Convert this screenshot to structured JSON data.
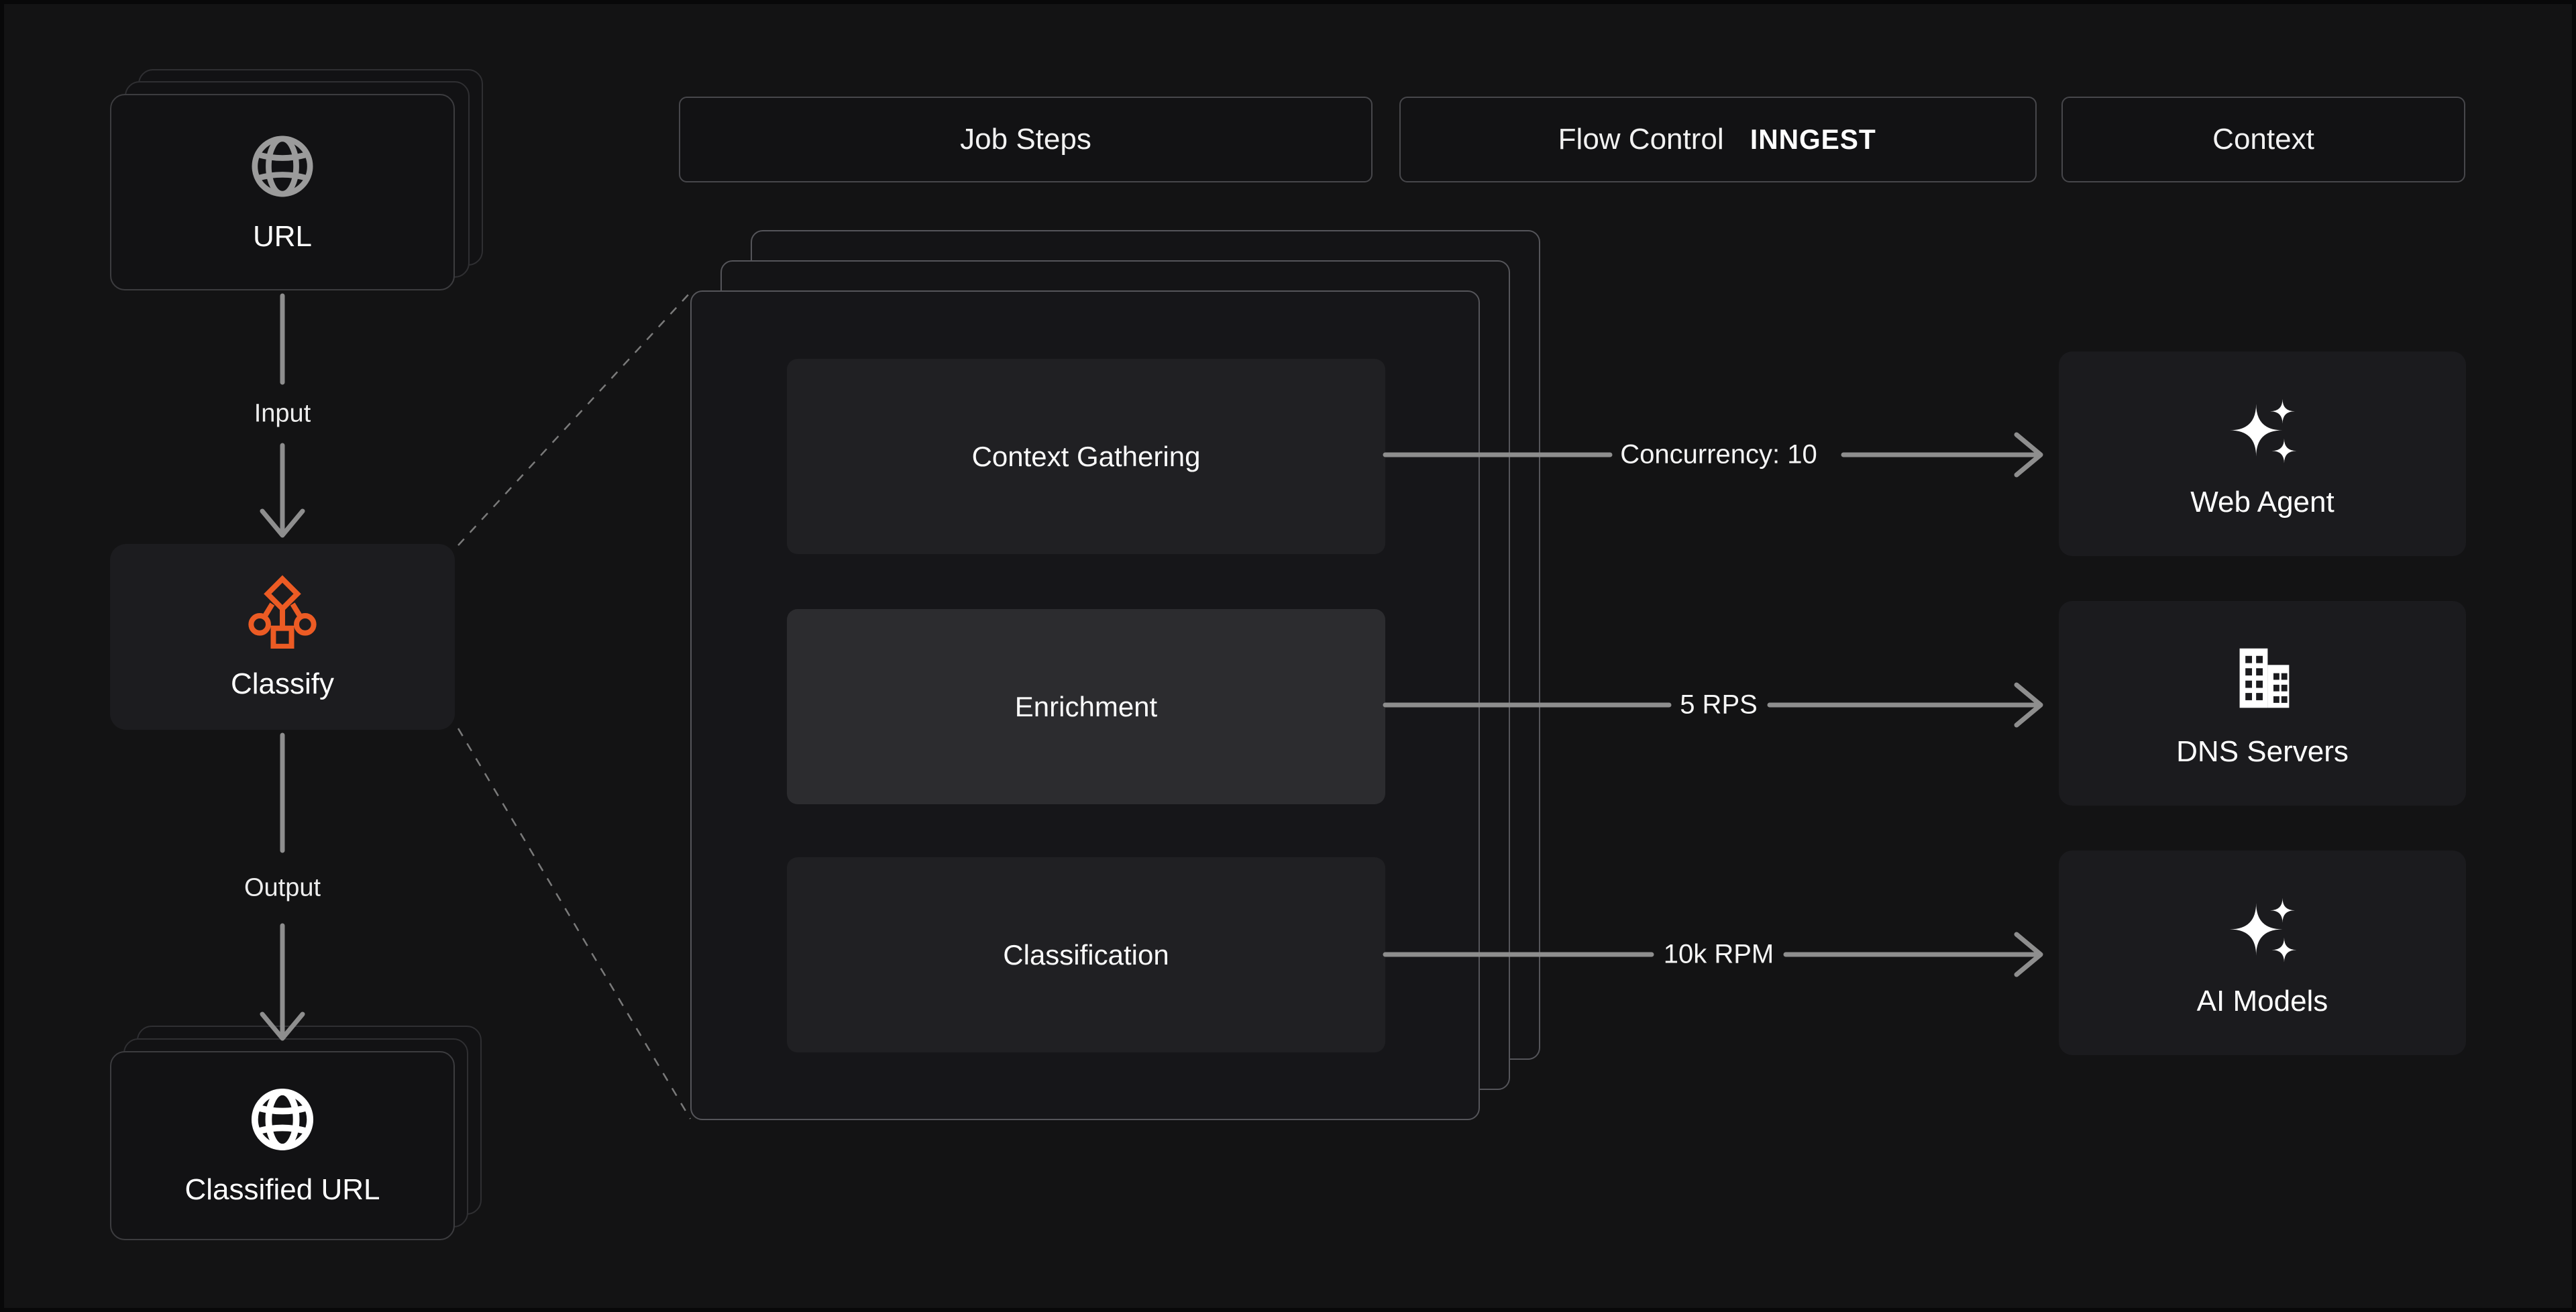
{
  "colors": {
    "background": "#131314",
    "accent_orange": "#ec5b24",
    "connector_gray": "#8e8e8e"
  },
  "headers": {
    "job_steps": {
      "label": "Job Steps"
    },
    "flow_control": {
      "label": "Flow Control",
      "logo": "INNGEST"
    },
    "context": {
      "label": "Context"
    }
  },
  "pipeline": {
    "input_stack": {
      "label": "URL",
      "icon": "globe-icon"
    },
    "input_edge_label": "Input",
    "classify_node": {
      "label": "Classify",
      "icon": "classify-tree-icon"
    },
    "output_edge_label": "Output",
    "output_stack": {
      "label": "Classified URL",
      "icon": "globe-icon"
    }
  },
  "job_steps": [
    {
      "label": "Context Gathering",
      "flow_control": "Concurrency: 10",
      "target": "Web Agent"
    },
    {
      "label": "Enrichment",
      "flow_control": "5 RPS",
      "target": "DNS Servers"
    },
    {
      "label": "Classification",
      "flow_control": "10k RPM",
      "target": "AI Models"
    }
  ],
  "context_nodes": [
    {
      "label": "Web Agent",
      "icon": "sparkles-icon"
    },
    {
      "label": "DNS Servers",
      "icon": "buildings-icon"
    },
    {
      "label": "AI Models",
      "icon": "sparkles-icon"
    }
  ]
}
